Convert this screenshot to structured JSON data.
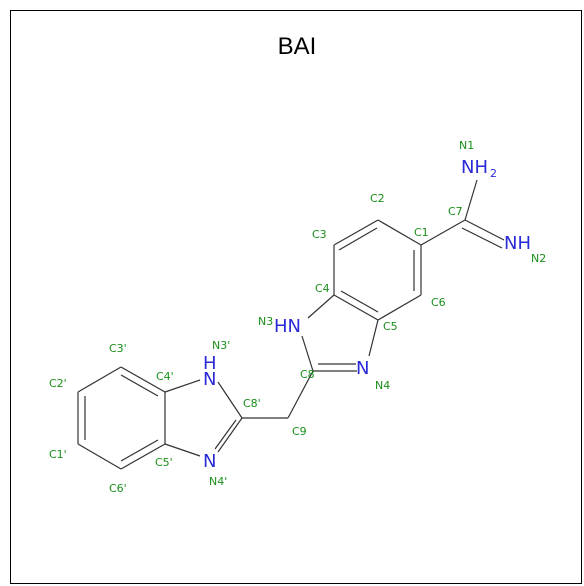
{
  "title": "BAI",
  "colors": {
    "atom_label": "#1a8f1a",
    "heteroatom": "#2a2ad6",
    "bond": "#333333"
  },
  "heteroatoms": {
    "nh2_top": {
      "main": "NH",
      "sub": "2"
    },
    "nh_right": "NH",
    "hn_left": "HN",
    "n_ring": "N",
    "h_prime": "H",
    "n_prime_top": "N",
    "n_prime_bottom": "N"
  },
  "atom_labels": {
    "n1": "N1",
    "n2": "N2",
    "c7": "C7",
    "c2": "C2",
    "c1": "C1",
    "c3": "C3",
    "c4": "C4",
    "c5": "C5",
    "c6": "C6",
    "n3": "N3",
    "c8": "C8",
    "n4": "N4",
    "c9": "C9",
    "c3p": "C3'",
    "n3p": "N3'",
    "c2p": "C2'",
    "c4p": "C4'",
    "c8p": "C8'",
    "c1p": "C1'",
    "c5p": "C5'",
    "c6p": "C6'",
    "n4p": "N4'"
  }
}
